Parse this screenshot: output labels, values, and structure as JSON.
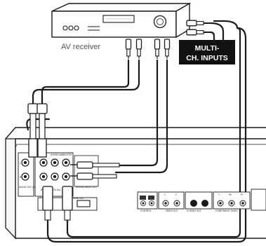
{
  "receiver": {
    "label": "AV receiver"
  },
  "badge": {
    "line1": "MULTI-",
    "line2": "CH. INPUTS"
  },
  "player_panel": {
    "audio_out_2ch": "AUDIO OUT (2ch)",
    "audio_out_51": "AUDIO OUT (5.1ch)",
    "digital_audio_out": "DIGITAL AUDIO OUT",
    "hdmi_out": "HDMI OUT",
    "control": "CONTROL",
    "video_out": "VIDEO OUT",
    "s_video_out": "S-VIDEO OUT",
    "component_video": "COMPONENT VIDEO",
    "ch_l": "L",
    "ch_r": "R",
    "ch_front": "FRONT",
    "ch_surround": "SURROUND",
    "ch_center": "CENTER",
    "ch_sub": "SUB",
    "ch_1": "1",
    "ch_2": "2",
    "comp_y": "Y",
    "comp_pb": "Pb",
    "comp_pr": "Pr",
    "in": "IN",
    "out": "OUT"
  },
  "colors": {
    "line": "#1a1a1a",
    "badge_bg": "#111111",
    "panel_fill": "#f7f7f7",
    "label_gray": "#555555"
  }
}
